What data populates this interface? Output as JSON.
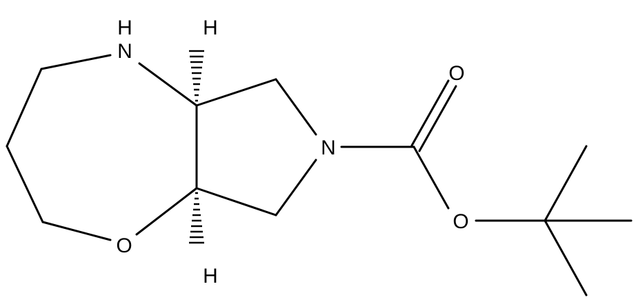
{
  "molecule": {
    "atoms": {
      "nh": "H",
      "n_amine": "N",
      "h_top": "H",
      "o_ring": "O",
      "h_bottom": "H",
      "n_pyrrolidine": "N",
      "o_carbonyl": "O",
      "o_ester": "O"
    },
    "colors": {
      "bond": "#000000",
      "label": "#000000",
      "background": "#ffffff"
    }
  }
}
